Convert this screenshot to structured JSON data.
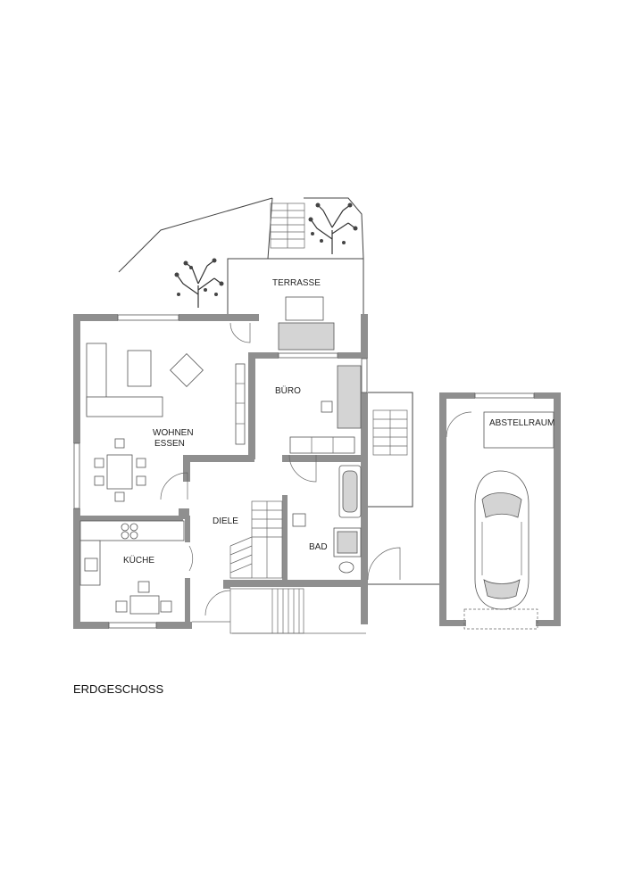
{
  "title": "ERDGESCHOSS",
  "rooms": {
    "terrasse": "TERRASSE",
    "buero": "BÜRO",
    "wohnen": "WOHNEN",
    "essen": "ESSEN",
    "diele": "DIELE",
    "kueche": "KÜCHE",
    "bad": "BAD",
    "abstellraum": "ABSTELLRAUM"
  },
  "colors": {
    "wall": "#8f8f8f",
    "line": "#444444",
    "fill_gray": "#d4d4d4"
  }
}
